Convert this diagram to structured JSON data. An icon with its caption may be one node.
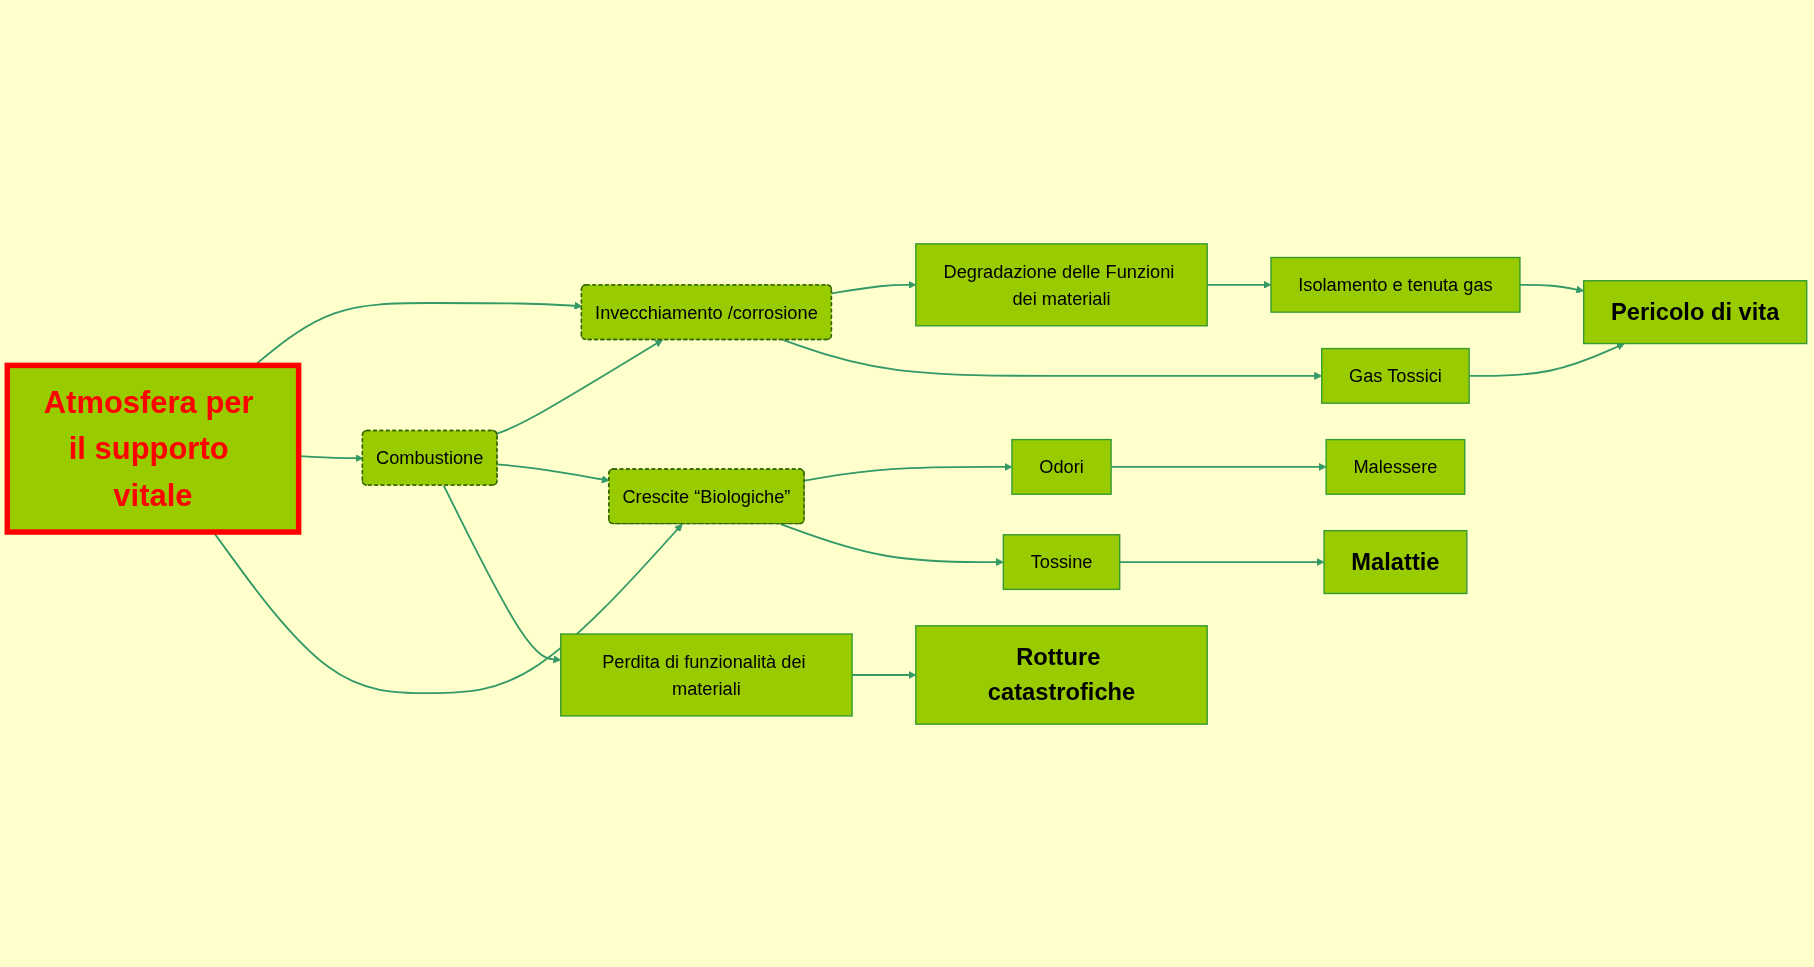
{
  "diagram": {
    "nodes": [
      {
        "text": [
          "Atmosfera per il supporto vitale"
        ]
      },
      {
        "text": [
          "Isolamento e tenuta gas"
        ]
      },
      {
        "text": [
          "Degradazione delle Funzioni dei materiali"
        ]
      },
      {
        "text": [
          "Invecchiamento /corrosione"
        ]
      },
      {
        "text": [
          "Combustione"
        ]
      },
      {
        "text": [
          "Crescite “Biologiche”"
        ]
      },
      {
        "text": [
          "Odori"
        ]
      },
      {
        "text": [
          "Malessere"
        ]
      },
      {
        "text": [
          "Gas Tossici"
        ]
      },
      {
        "text": [
          "Pericolo di vita"
        ]
      },
      {
        "text": [
          "Perdita di funzionalità dei materiali"
        ]
      },
      {
        "text": [
          "Rotture catastrofiche"
        ]
      },
      {
        "text": [
          "Tossine"
        ]
      },
      {
        "text": [
          "Malattie"
        ]
      }
    ],
    "edges": [
      {
        "from": 0,
        "to": 3,
        "arrow": "to"
      },
      {
        "from": 0,
        "to": 4,
        "arrow": "to"
      },
      {
        "from": 0,
        "to": 5,
        "arrow": "to"
      },
      {
        "from": 3,
        "to": 2,
        "arrow": "to"
      },
      {
        "from": 2,
        "to": 1,
        "arrow": "to"
      },
      {
        "from": 1,
        "to": 9,
        "arrow": "to"
      },
      {
        "from": 4,
        "to": 3,
        "arrow": "to"
      },
      {
        "from": 4,
        "to": 5,
        "arrow": "to"
      },
      {
        "from": 5,
        "to": 6,
        "arrow": "to"
      },
      {
        "from": 6,
        "to": 7,
        "arrow": "to"
      },
      {
        "from": 3,
        "to": 8,
        "arrow": "to"
      },
      {
        "from": 8,
        "to": 9,
        "arrow": "to"
      },
      {
        "from": 4,
        "to": 10,
        "arrow": "to"
      },
      {
        "from": 10,
        "to": 11,
        "arrow": "to"
      },
      {
        "from": 5,
        "to": 12,
        "arrow": "to"
      },
      {
        "from": 12,
        "to": 13,
        "arrow": "to"
      }
    ]
  }
}
